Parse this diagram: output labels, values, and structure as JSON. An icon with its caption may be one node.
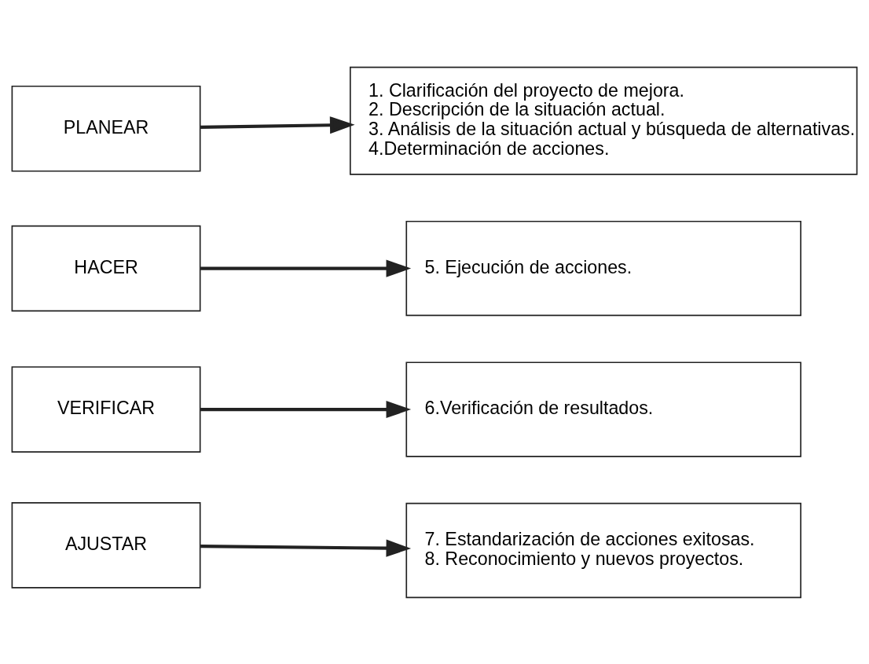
{
  "diagram": {
    "nodes": [
      {
        "text": [
          "PLANEAR"
        ]
      },
      {
        "text": [
          "1. Clarificación del proyecto de mejora.",
          "2. Descripción de la situación actual.",
          "3. Análisis de la situación actual y búsqueda de alternativas.",
          "4.Determinación de acciones."
        ]
      },
      {
        "text": [
          "HACER"
        ]
      },
      {
        "text": [
          "5. Ejecución de acciones."
        ]
      },
      {
        "text": [
          "VERIFICAR"
        ]
      },
      {
        "text": [
          "6.Verificación de resultados."
        ]
      },
      {
        "text": [
          "AJUSTAR"
        ]
      },
      {
        "text": [
          "7. Estandarización de acciones exitosas.",
          "8. Reconocimiento y nuevos proyectos."
        ]
      }
    ],
    "edges": [
      {
        "from": 0,
        "to": 1,
        "arrow": "to"
      },
      {
        "from": 2,
        "to": 3,
        "arrow": "to"
      },
      {
        "from": 4,
        "to": 5,
        "arrow": "to"
      },
      {
        "from": 6,
        "to": 7,
        "arrow": "to"
      }
    ]
  }
}
